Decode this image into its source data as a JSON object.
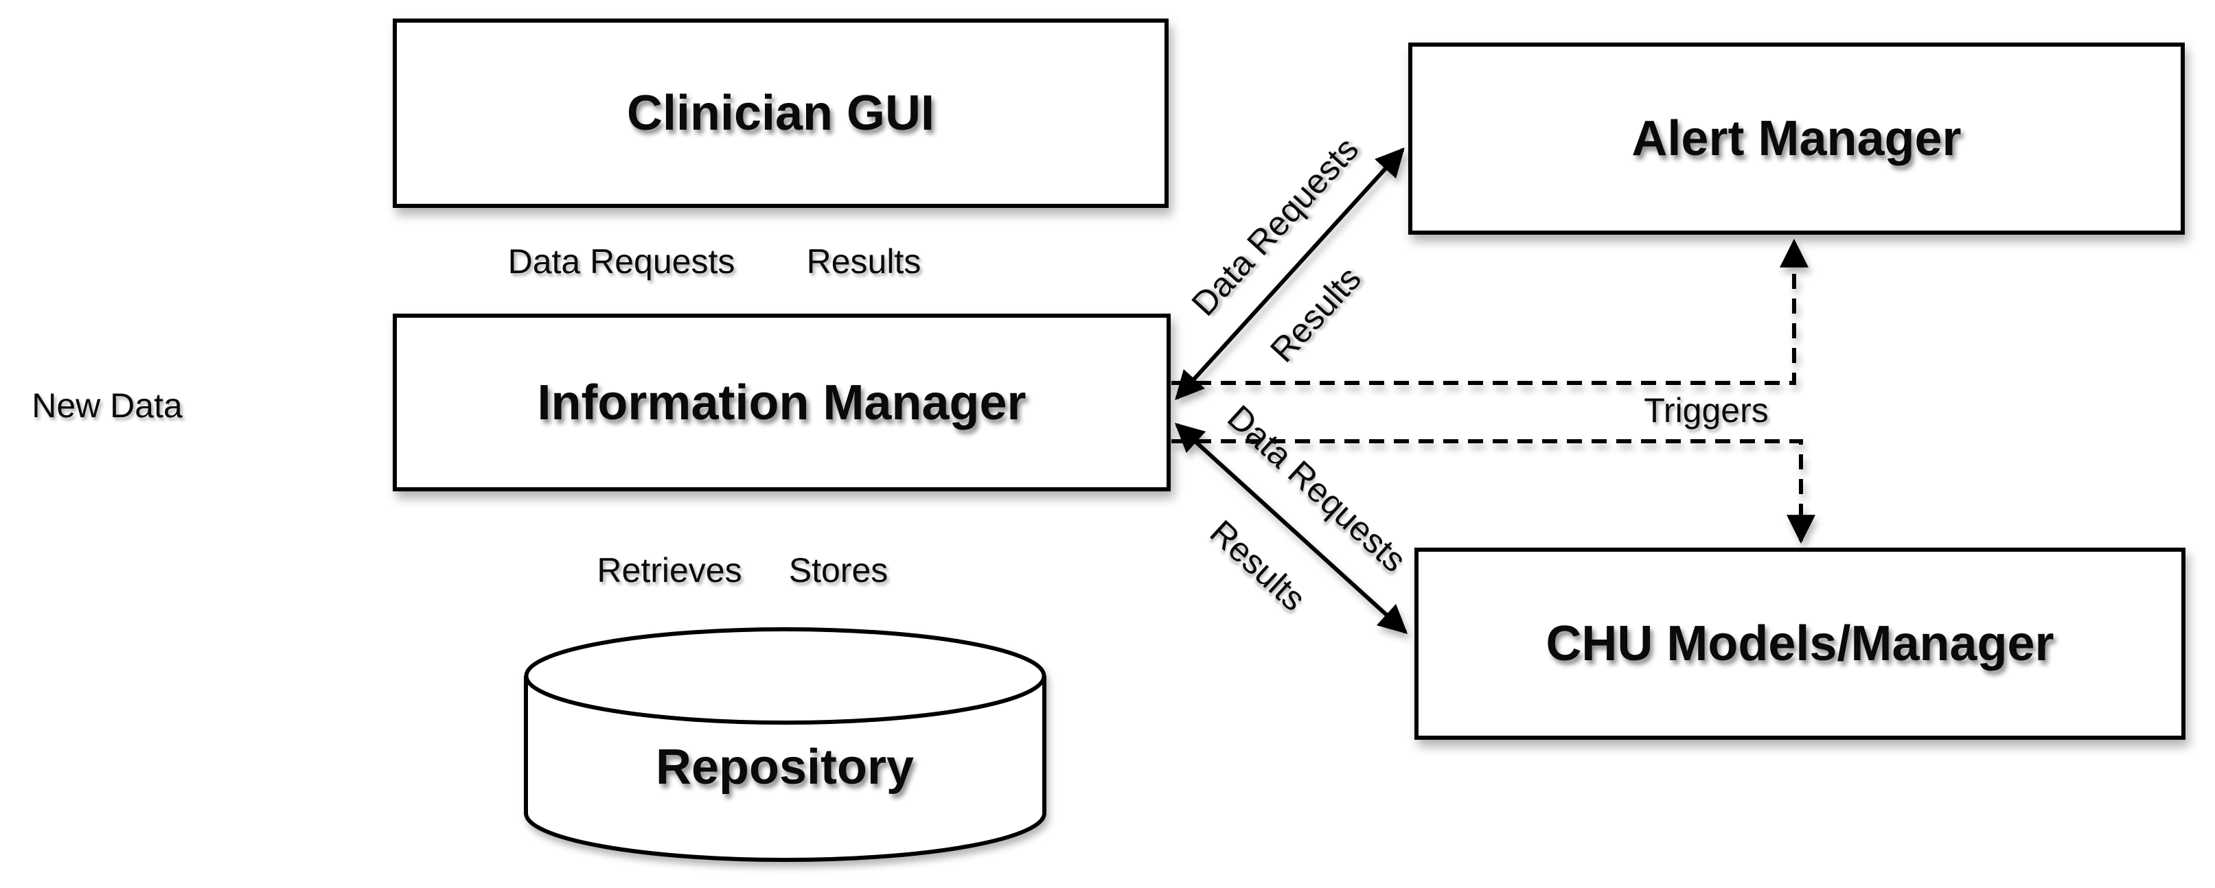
{
  "diagram_title": "Clinical data-flow architecture diagram",
  "nodes": {
    "clinician_gui": {
      "label": "Clinician GUI"
    },
    "information_manager": {
      "label": "Information Manager"
    },
    "repository": {
      "label": "Repository",
      "shape": "cylinder"
    },
    "alert_manager": {
      "label": "Alert Manager"
    },
    "chu_models_manager": {
      "label": "CHU Models/Manager"
    }
  },
  "edge_labels": {
    "gui_im_request": "Data Requests",
    "gui_im_result": "Results",
    "new_data": "New Data",
    "im_repo_retrieve": "Retrieves",
    "im_repo_store": "Stores",
    "im_alert_request": "Data Requests",
    "im_alert_result": "Results",
    "im_chu_request": "Data Requests",
    "im_chu_result": "Results",
    "triggers": "Triggers"
  },
  "colors": {
    "line": "#000000",
    "node_fill": "#ffffff",
    "background": "#ffffff",
    "text": "#0a0a0a"
  }
}
